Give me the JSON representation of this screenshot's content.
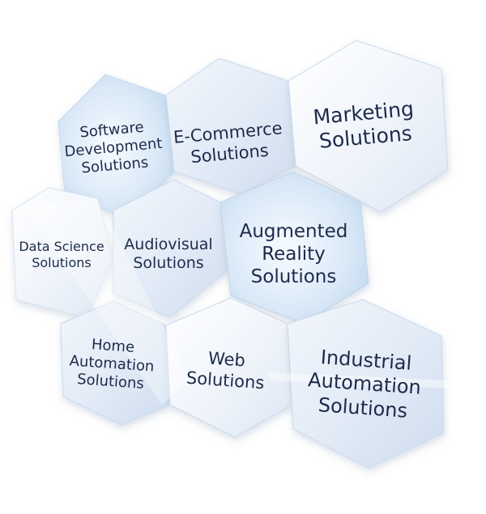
{
  "diagram": {
    "cells": [
      {
        "id": "software",
        "lines": [
          "Software",
          "Development",
          "Solutions"
        ]
      },
      {
        "id": "ecommerce",
        "lines": [
          "E-Commerce",
          "Solutions"
        ]
      },
      {
        "id": "marketing",
        "lines": [
          "Marketing",
          "Solutions"
        ]
      },
      {
        "id": "datascience",
        "lines": [
          "Data Science",
          "Solutions"
        ]
      },
      {
        "id": "audiovisual",
        "lines": [
          "Audiovisual",
          "Solutions"
        ]
      },
      {
        "id": "augmented",
        "lines": [
          "Augmented",
          "Reality",
          "Solutions"
        ]
      },
      {
        "id": "home",
        "lines": [
          "Home",
          "Automation",
          "Solutions"
        ]
      },
      {
        "id": "web",
        "lines": [
          "Web",
          "Solutions"
        ]
      },
      {
        "id": "industrial",
        "lines": [
          "Industrial",
          "Automation",
          "Solutions"
        ]
      }
    ],
    "colors": {
      "text": "#1c2b4a",
      "hex_light": "#f4f8fd",
      "hex_mid": "#dbe7f6",
      "hex_glow": "#c7ddf3",
      "edge": "#c3d3e6"
    }
  }
}
